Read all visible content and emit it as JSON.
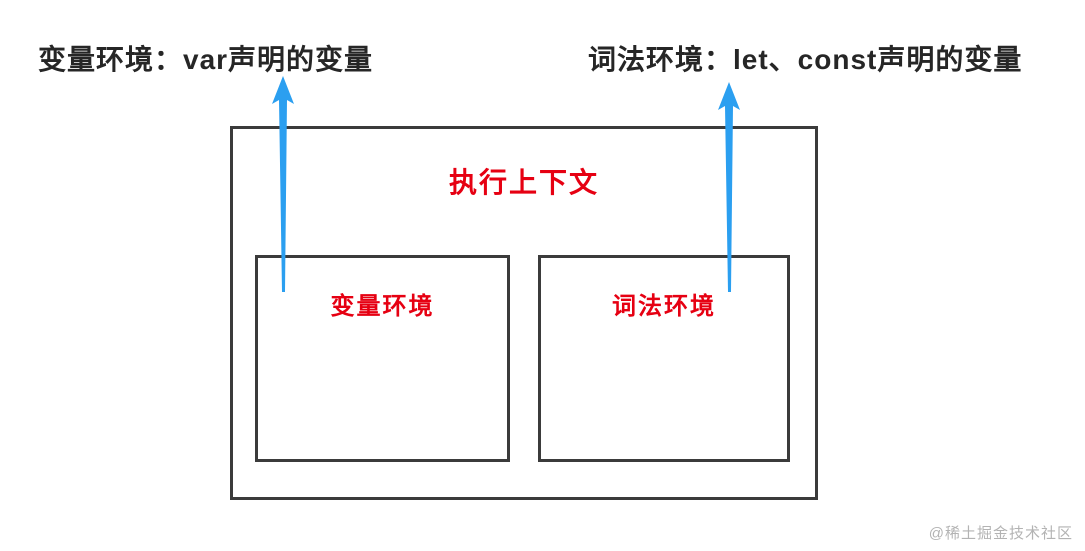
{
  "annotations": {
    "variable_env_note": "变量环境：var声明的变量",
    "lexical_env_note": "词法环境：let、const声明的变量"
  },
  "diagram": {
    "outer_box_title": "执行上下文",
    "left_box_label": "变量环境",
    "right_box_label": "词法环境"
  },
  "watermark": "@稀土掘金技术社区",
  "colors": {
    "accent_red": "#e60012",
    "arrow_blue": "#2b9ff0",
    "border_dark": "#3b3b3b",
    "annotation_black": "#262626",
    "watermark_gray": "#b3b3b3"
  }
}
